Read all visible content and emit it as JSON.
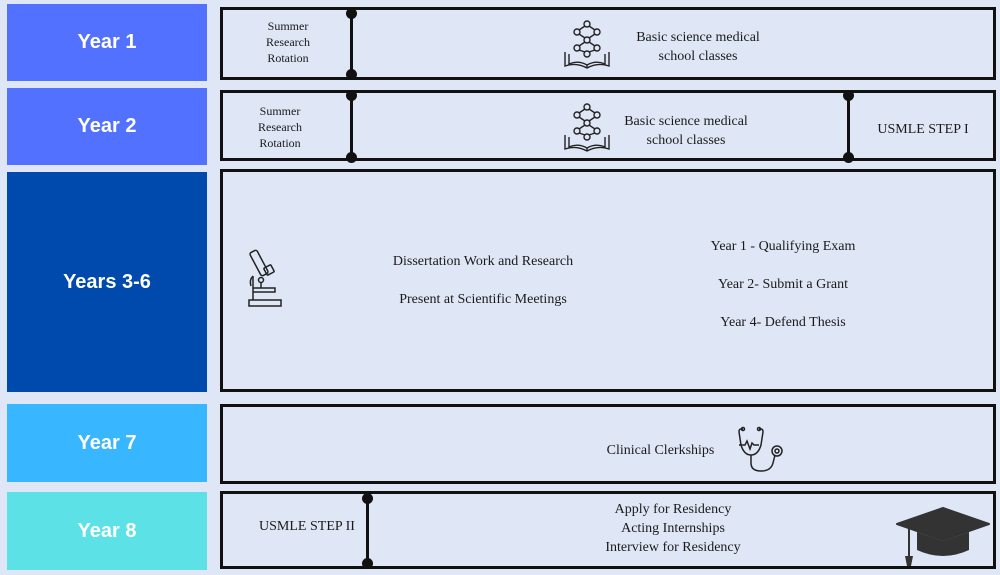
{
  "rows": [
    {
      "label": "Year 1",
      "color": "#5271ff"
    },
    {
      "label": "Year 2",
      "color": "#5271ff"
    },
    {
      "label": "Years 3-6",
      "color": "#004aad"
    },
    {
      "label": "Year 7",
      "color": "#38b6ff"
    },
    {
      "label": "Year 8",
      "color": "#5ce1e6"
    }
  ],
  "year1": {
    "left_line1": "Summer",
    "left_line2": "Research",
    "left_line3": "Rotation",
    "center_line1": "Basic science medical",
    "center_line2": "school classes",
    "icon": "book-molecule-icon"
  },
  "year2": {
    "left_line1": "Summer",
    "left_line2": "Research",
    "left_line3": "Rotation",
    "center_line1": "Basic science medical",
    "center_line2": "school classes",
    "right": "USMLE STEP I",
    "icon": "book-molecule-icon"
  },
  "years36": {
    "left_line1": "Dissertation Work and Research",
    "left_line2": "Present at Scientific Meetings",
    "right_line1": "Year 1 - Qualifying Exam",
    "right_line2": "Year 2- Submit a Grant",
    "right_line3": "Year 4- Defend Thesis",
    "icon": "microscope-icon"
  },
  "year7": {
    "text": "Clinical Clerkships",
    "icon": "stethoscope-icon"
  },
  "year8": {
    "left": "USMLE STEP II",
    "line1": "Apply for Residency",
    "line2": "Acting Internships",
    "line3": "Interview for Residency",
    "icon": "graduation-cap-icon"
  }
}
